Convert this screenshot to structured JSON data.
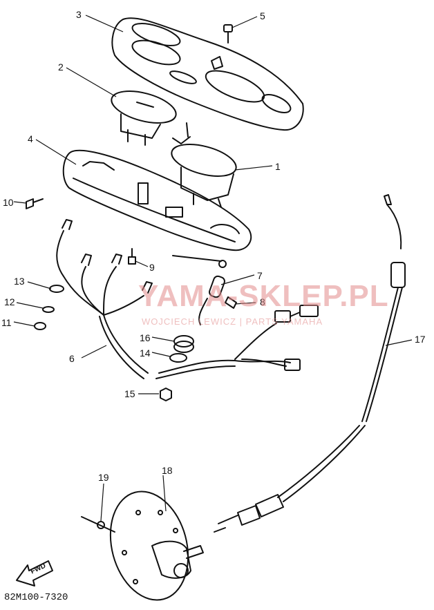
{
  "callouts": [
    {
      "key": "c1",
      "label": "1"
    },
    {
      "key": "c2",
      "label": "2"
    },
    {
      "key": "c3",
      "label": "3"
    },
    {
      "key": "c4",
      "label": "4"
    },
    {
      "key": "c5",
      "label": "5"
    },
    {
      "key": "c6",
      "label": "6"
    },
    {
      "key": "c7",
      "label": "7"
    },
    {
      "key": "c8",
      "label": "8"
    },
    {
      "key": "c9",
      "label": "9"
    },
    {
      "key": "c10",
      "label": "10"
    },
    {
      "key": "c11",
      "label": "11"
    },
    {
      "key": "c12",
      "label": "12"
    },
    {
      "key": "c13",
      "label": "13"
    },
    {
      "key": "c14",
      "label": "14"
    },
    {
      "key": "c15",
      "label": "15"
    },
    {
      "key": "c16",
      "label": "16"
    },
    {
      "key": "c17",
      "label": "17"
    },
    {
      "key": "c18",
      "label": "18"
    },
    {
      "key": "c19",
      "label": "19"
    }
  ],
  "watermark": {
    "title": "YAMA-SKLEP.PL",
    "subtitle": "WOJCIECH LEWICZ | PARTS YAMAHA",
    "color": "#e28b8b"
  },
  "diagram_code": "82M100-7320",
  "fwd_label": "FWD",
  "colors": {
    "line": "#111111",
    "background": "#ffffff"
  }
}
